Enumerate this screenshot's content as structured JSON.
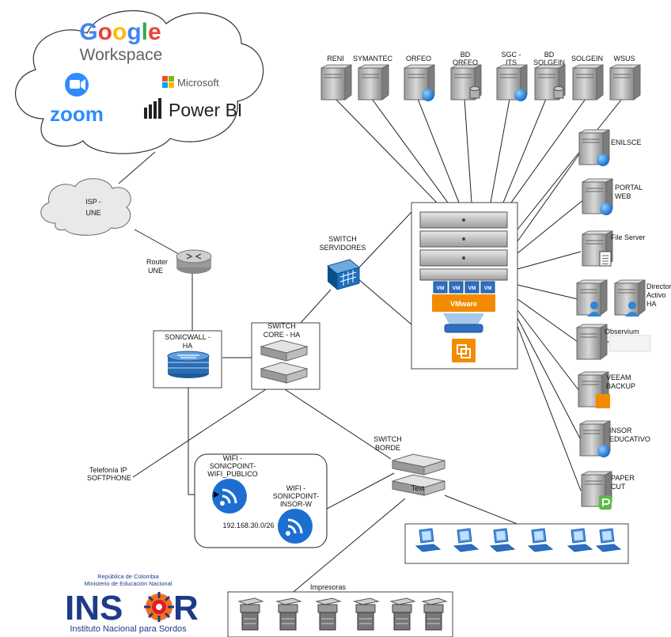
{
  "cloud": {
    "google_title": "Google",
    "google_subtitle": "Workspace",
    "zoom": "zoom",
    "microsoft": "Microsoft",
    "powerbi": "Power BI",
    "google_colors": [
      "#4285F4",
      "#EA4335",
      "#FBBC05",
      "#4285F4",
      "#34A853",
      "#EA4335"
    ]
  },
  "isp": {
    "line1": "ISP -",
    "line2": "UNE"
  },
  "router": {
    "line1": "Router",
    "line2": "UNE"
  },
  "sonicwall": {
    "line1": "SONICWALL -",
    "line2": "HA"
  },
  "switch_core": {
    "line1": "SWITCH",
    "line2": "CORE - HA"
  },
  "switch_servidores": {
    "line1": "SWITCH",
    "line2": "SERVIDORES"
  },
  "switch_borde": {
    "line1": "SWITCH",
    "line2": "BORDE",
    "inner_text": "Text"
  },
  "telefonia": {
    "line1": "Telefonía IP",
    "line2": "SOFTPHONE"
  },
  "wifi": {
    "publico": [
      "WIFI -",
      "SONICPOINT-",
      "WIFI_PUBLICO"
    ],
    "insor": [
      "WIFI -",
      "SONICPOINT-",
      "INSOR-W"
    ],
    "subnet": "192.168.30.0/26"
  },
  "vmware": {
    "vm_label": "VM",
    "brand": "VMware"
  },
  "servers_top": [
    {
      "name": "RENI",
      "line2": "",
      "badge": "none"
    },
    {
      "name": "SYMANTEC",
      "line2": "",
      "badge": "none"
    },
    {
      "name": "ORFEO",
      "line2": "",
      "badge": "globe"
    },
    {
      "name": "BD",
      "line2": "ORFEO",
      "badge": "db"
    },
    {
      "name": "SGC -",
      "line2": "ITS",
      "badge": "globe"
    },
    {
      "name": "BD",
      "line2": "SOLGEIN",
      "badge": "db"
    },
    {
      "name": "SOLGEIN",
      "line2": "",
      "badge": "none"
    },
    {
      "name": "WSUS",
      "line2": "",
      "badge": "none"
    }
  ],
  "servers_right": [
    {
      "line1": "ENILSCE",
      "line2": "",
      "line3": ""
    },
    {
      "line1": "PORTAL",
      "line2": "WEB",
      "line3": ""
    },
    {
      "line1": "File Server",
      "line2": "",
      "line3": ""
    },
    {
      "line1": "Directorio",
      "line2": "Activo",
      "line3": "HA"
    },
    {
      "line1": "Observium",
      "line2": "",
      "line3": ""
    },
    {
      "line1": "VEEAM",
      "line2": "BACKUP",
      "line3": ""
    },
    {
      "line1": "INSOR",
      "line2": "EDUCATIVO",
      "line3": ""
    },
    {
      "line1": "PAPER",
      "line2": "CUT",
      "line3": ""
    }
  ],
  "impresoras": {
    "label": "Impresoras"
  },
  "logo": {
    "line1": "República de Colombia",
    "line2": "Ministerio de Educación Nacional",
    "part1": "INS",
    "part2": "R",
    "tagline": "Instituto Nacional para Sordos"
  },
  "colors": {
    "ms_red": "#F25022",
    "ms_green": "#7FBA00",
    "ms_blue": "#00A4EF",
    "ms_yellow": "#FFB900",
    "zoom_blue": "#2D8CFF",
    "vmware_orange": "#F38B00",
    "insor_blue": "#1F3A8A",
    "insor_orange": "#F37021",
    "insor_red": "#E11B22",
    "wifi_blue": "#1C6FD1"
  }
}
